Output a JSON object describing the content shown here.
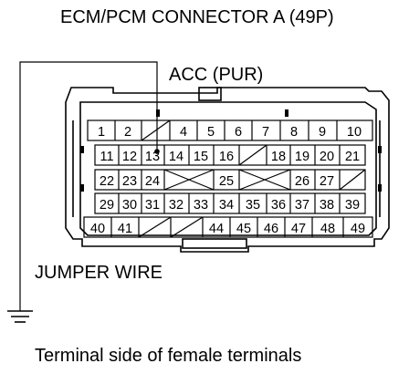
{
  "title": "ECM/PCM CONNECTOR A (49P)",
  "acc_label": "ACC (PUR)",
  "jumper_label": "JUMPER WIRE",
  "footer": "Terminal side of female terminals",
  "colors": {
    "line": "#000000",
    "background": "#ffffff"
  },
  "connector": {
    "rows": [
      [
        "1",
        "2",
        "",
        "",
        "4",
        "5",
        "6",
        "7",
        "8",
        "9",
        "10"
      ],
      [
        "11",
        "12",
        "13",
        "14",
        "15",
        "16",
        "",
        "18",
        "19",
        "20",
        "21"
      ],
      [
        "22",
        "23",
        "24",
        "",
        "",
        "25",
        "",
        "",
        "26",
        "27",
        ""
      ],
      [
        "29",
        "30",
        "31",
        "32",
        "33",
        "34",
        "35",
        "36",
        "37",
        "38",
        "39"
      ],
      [
        "40",
        "41",
        "",
        "",
        "",
        "44",
        "45",
        "46",
        "47",
        "48",
        "49"
      ]
    ]
  }
}
